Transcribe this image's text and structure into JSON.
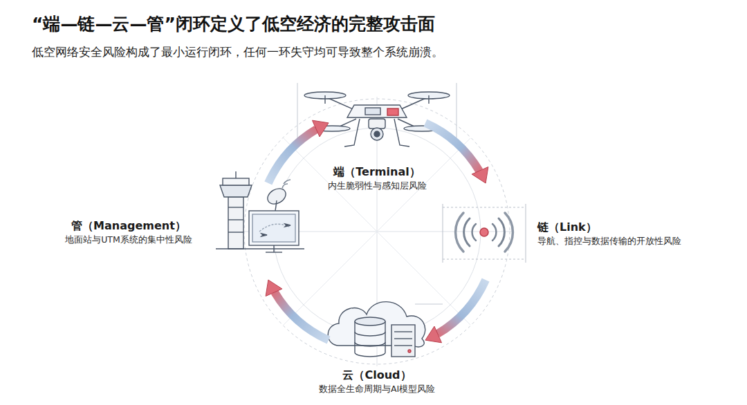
{
  "diagram": {
    "title": "“端—链—云—管”闭环定义了低空经济的完整攻击面",
    "caption": "低空网络安全风险构成了最小运行闭环，任何一环失守均可导致整个系统崩溃。",
    "nodes": [
      {
        "text": [
          "端（Terminal）",
          "内生脆弱性与感知层风险"
        ]
      },
      {
        "text": [
          "链（Link）",
          "导航、指控与数据传输的开放性风险"
        ]
      },
      {
        "text": [
          "云（Cloud）",
          "数据全生命周期与AI模型风险"
        ]
      },
      {
        "text": [
          "管（Management）",
          "地面站与UTM系统的集中性风险"
        ]
      }
    ],
    "edges": [
      {
        "from": 0,
        "to": 1,
        "arrow": "to"
      },
      {
        "from": 1,
        "to": 2,
        "arrow": "to"
      },
      {
        "from": 2,
        "to": 3,
        "arrow": "to"
      },
      {
        "from": 3,
        "to": 0,
        "arrow": "to"
      }
    ]
  }
}
